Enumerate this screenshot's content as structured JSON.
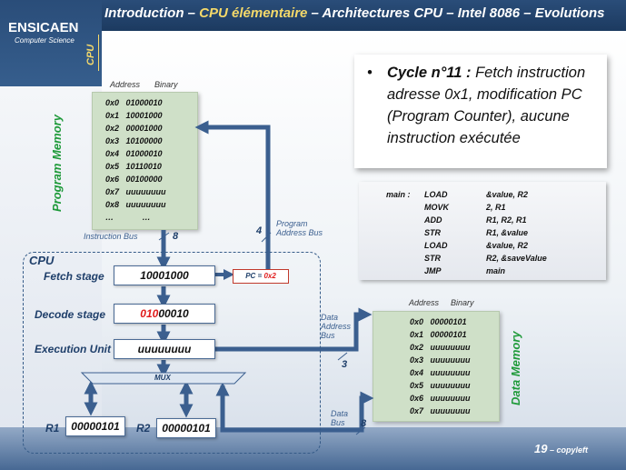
{
  "brand": {
    "name": "ENSICAEN",
    "sub": "Computer Science"
  },
  "title": {
    "part1": "Introduction – ",
    "highlight": "CPU élémentaire",
    "part2": " – Architectures CPU – Intel 8086 – Evolutions"
  },
  "cpu_vertical": "CPU",
  "callout": {
    "bullet": "•",
    "bold": "Cycle n°11 :",
    "text": " Fetch instruction adresse 0x1, modification PC (Program Counter), aucune instruction exécutée"
  },
  "program_memory": {
    "label": "Program Memory",
    "header_address": "Address",
    "header_binary": "Binary",
    "rows": [
      {
        "addr": "0x0",
        "val": "01000010"
      },
      {
        "addr": "0x1",
        "val": "10001000"
      },
      {
        "addr": "0x2",
        "val": "00001000"
      },
      {
        "addr": "0x3",
        "val": "10100000"
      },
      {
        "addr": "0x4",
        "val": "01000010"
      },
      {
        "addr": "0x5",
        "val": "10110010"
      },
      {
        "addr": "0x6",
        "val": "00100000"
      },
      {
        "addr": "0x7",
        "val": "uuuuuuuu"
      },
      {
        "addr": "0x8",
        "val": "uuuuuuuu"
      },
      {
        "addr": "…",
        "val": "…"
      }
    ]
  },
  "code": [
    {
      "label": "main :",
      "op": "LOAD",
      "args": "&value, R2"
    },
    {
      "label": "",
      "op": "MOVK",
      "args": "2, R1"
    },
    {
      "label": "",
      "op": "ADD",
      "args": "R1, R2, R1"
    },
    {
      "label": "",
      "op": "STR",
      "args": "R1, &value"
    },
    {
      "label": "",
      "op": "LOAD",
      "args": "&value, R2"
    },
    {
      "label": "",
      "op": "STR",
      "args": "R2, &saveValue"
    },
    {
      "label": "",
      "op": "JMP",
      "args": "main"
    }
  ],
  "data_memory": {
    "label": "Data Memory",
    "header_address": "Address",
    "header_binary": "Binary",
    "rows": [
      {
        "addr": "0x0",
        "val": "00000101"
      },
      {
        "addr": "0x1",
        "val": "00000101"
      },
      {
        "addr": "0x2",
        "val": "uuuuuuuu"
      },
      {
        "addr": "0x3",
        "val": "uuuuuuuu"
      },
      {
        "addr": "0x4",
        "val": "uuuuuuuu"
      },
      {
        "addr": "0x5",
        "val": "uuuuuuuu"
      },
      {
        "addr": "0x6",
        "val": "uuuuuuuu"
      },
      {
        "addr": "0x7",
        "val": "uuuuuuuu"
      }
    ]
  },
  "buses": {
    "instruction_bus": "Instruction Bus",
    "instruction_bus_width": "8",
    "program_address_bus": "Program Address Bus",
    "program_address_bus_width": "4",
    "data_address_bus": "Data Address Bus",
    "data_address_bus_width": "3",
    "data_bus": "Data Bus",
    "data_bus_width": "8"
  },
  "cpu": {
    "title": "CPU",
    "fetch_label": "Fetch stage",
    "fetch_value": "10001000",
    "decode_label": "Decode stage",
    "decode_value_red": "010",
    "decode_value_rest": "00010",
    "exec_label": "Execution Unit",
    "exec_value": "uuuuuuuu",
    "mux_label": "MUX",
    "pc_label": "PC = ",
    "pc_value": "0x2",
    "r1_label": "R1",
    "r1_value": "00000101",
    "r2_label": "R2",
    "r2_value": "00000101"
  },
  "footer": {
    "page": "19",
    "suffix": " – copyleft"
  }
}
